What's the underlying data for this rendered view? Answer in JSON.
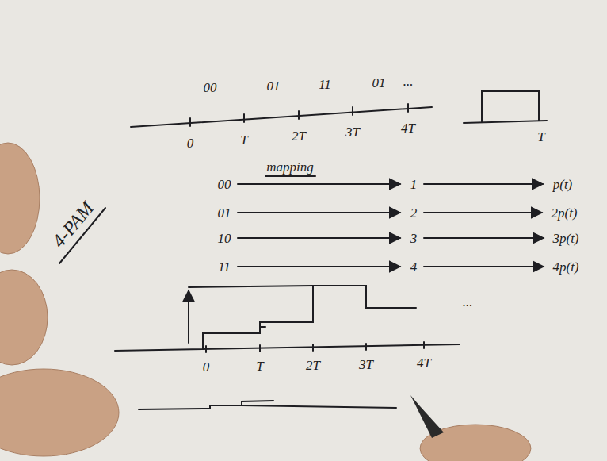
{
  "diagram": {
    "labels": [
      "00",
      "01",
      "11",
      "01",
      "...",
      "0",
      "T",
      "2T",
      "3T",
      "4T",
      "T",
      "4-PAM",
      "00",
      "mapping",
      "1",
      "p(t)",
      "01",
      "2",
      "2p(t)",
      "10",
      "3",
      "3p(t)",
      "11",
      "4",
      "4p(t)",
      "...",
      "0",
      "T",
      "2T",
      "3T",
      "4T"
    ]
  }
}
